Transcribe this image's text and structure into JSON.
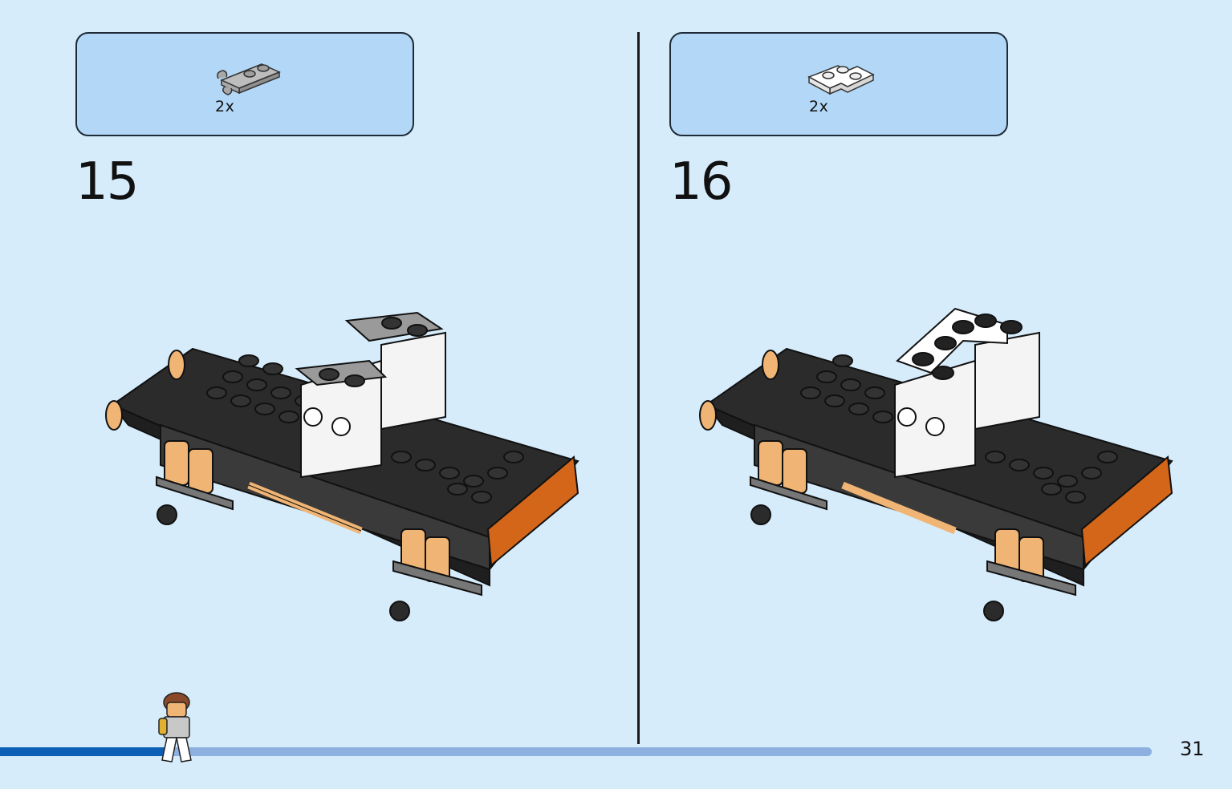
{
  "steps": [
    {
      "number": "15",
      "callout": {
        "quantity": "2x",
        "part_icon": "grey-plate-with-clip-icon"
      }
    },
    {
      "number": "16",
      "callout": {
        "quantity": "2x",
        "part_icon": "white-corner-plate-icon"
      }
    }
  ],
  "page": {
    "number": "31"
  },
  "progress": {
    "fraction": 0.15
  },
  "colors": {
    "background": "#d6ecfb",
    "callout_fill": "#b3d7f6",
    "progress_fill": "#0c5fb4",
    "progress_track": "#8eb0e0",
    "brick_black": "#2b2b2b",
    "brick_orange": "#d4661a",
    "brick_tan": "#f0b574",
    "brick_white": "#f4f4f4",
    "brick_grey": "#9a9a9a"
  }
}
